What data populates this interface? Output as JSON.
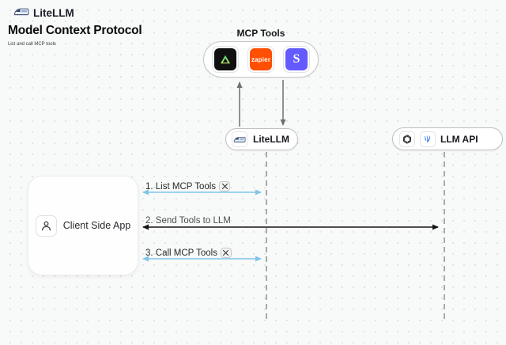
{
  "header": {
    "brand": "LiteLLM",
    "brand_icon": "train-icon",
    "title": "Model Context Protocol",
    "subtitle": "List and call MCP tools"
  },
  "mcp_tools": {
    "label": "MCP Tools",
    "tools": [
      {
        "name": "triangle-tool-icon",
        "label": "",
        "bg": "#101010"
      },
      {
        "name": "zapier-icon",
        "label": "zapier",
        "bg": "#FF4F00"
      },
      {
        "name": "stripe-icon",
        "label": "S",
        "bg": "#635BFF"
      }
    ]
  },
  "nodes": {
    "litellm": {
      "label": "LiteLLM",
      "icon": "train-icon"
    },
    "llm_api": {
      "label": "LLM API",
      "icons": [
        "openai-icon",
        "llm-provider-icon"
      ]
    },
    "client": {
      "label": "Client Side App",
      "icon": "person-icon"
    }
  },
  "sequence": {
    "steps": [
      {
        "label": "1. List MCP Tools",
        "icon": "hammer-wrench-icon",
        "arrow_color": "#7EC5E8",
        "from": "client",
        "to": "litellm",
        "direction": "both"
      },
      {
        "label": "2. Send Tools to LLM",
        "icon": "",
        "arrow_color": "#141414",
        "from": "client",
        "to": "llm_api",
        "direction": "both"
      },
      {
        "label": "3. Call MCP Tools",
        "icon": "hammer-wrench-icon",
        "arrow_color": "#7EC5E8",
        "from": "client",
        "to": "litellm",
        "direction": "both"
      }
    ]
  },
  "colors": {
    "background": "#F8F9F9",
    "arrow_blue": "#7EC5E8",
    "arrow_black": "#141414",
    "vertical_arrow_gray": "#6F6F6F",
    "lifeline_gray": "#A9A9A9",
    "zapier_orange": "#FF4F00",
    "stripe_purple": "#635BFF",
    "tool_green": "#4ADE80"
  }
}
